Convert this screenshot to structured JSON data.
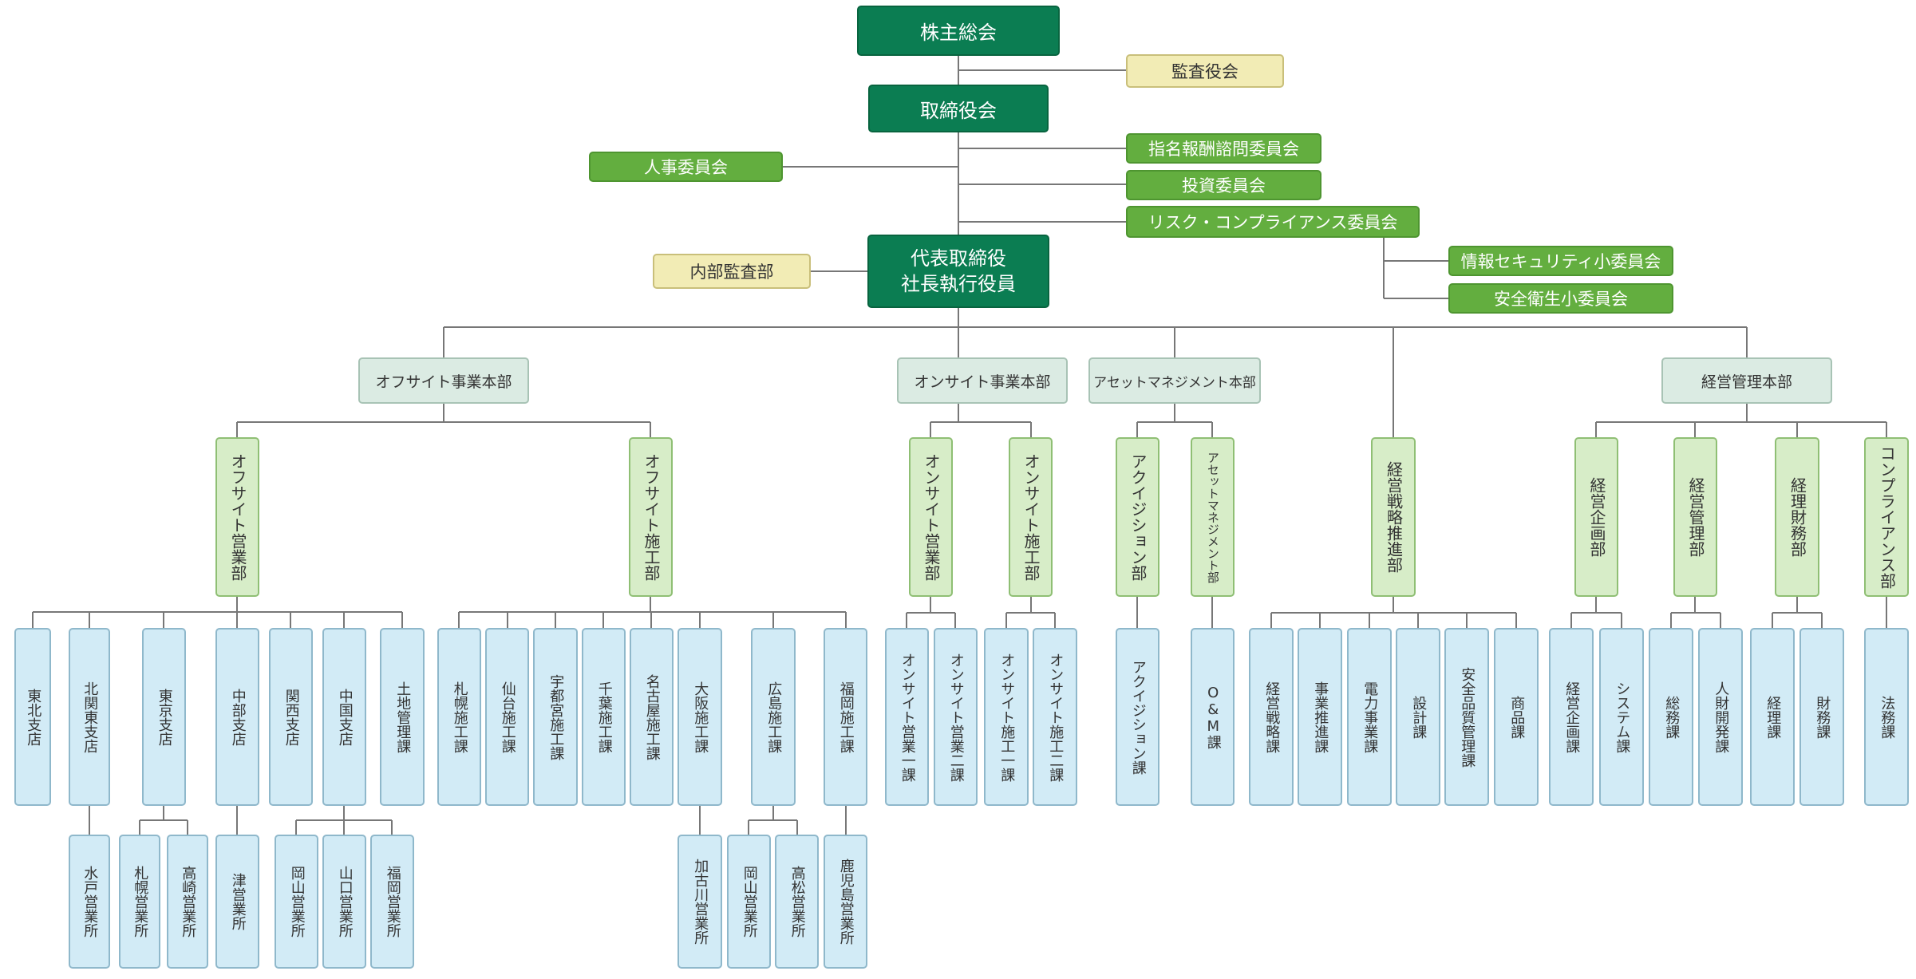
{
  "top": {
    "shareholders": "株主総会",
    "auditors": "監査役会",
    "board": "取締役会",
    "hr_committee": "人事委員会",
    "nomination_committee": "指名報酬諮問委員会",
    "investment_committee": "投資委員会",
    "risk_committee": "リスク・コンプライアンス委員会",
    "infosec_subcommittee": "情報セキュリティ小委員会",
    "safety_subcommittee": "安全衛生小委員会",
    "internal_audit": "内部監査部",
    "ceo": "代表取締役\n社長執行役員"
  },
  "divisions": {
    "offsite": "オフサイト事業本部",
    "onsite": "オンサイト事業本部",
    "asset": "アセットマネジメント本部",
    "management": "経営管理本部"
  },
  "departments": {
    "offsite_sales": "オフサイト営業部",
    "offsite_construction": "オフサイト施工部",
    "onsite_sales": "オンサイト営業部",
    "onsite_construction": "オンサイト施工部",
    "acquisition": "アクイジション部",
    "asset_mgmt": "アセットマネジメント部",
    "strategy": "経営戦略推進部",
    "planning": "経営企画部",
    "admin": "経営管理部",
    "finance": "経理財務部",
    "compliance": "コンプライアンス部"
  },
  "units": {
    "tohoku": "東北支店",
    "kitakanto": "北関東支店",
    "tokyo": "東京支店",
    "chubu": "中部支店",
    "kansai": "関西支店",
    "chugoku": "中国支店",
    "land": "土地管理課",
    "mito": "水戸営業所",
    "sapporo_sales": "札幌営業所",
    "takasaki": "高崎営業所",
    "tsu": "津営業所",
    "okayama_sales1": "岡山営業所",
    "yamaguchi": "山口営業所",
    "fukuoka_sales": "福岡営業所",
    "sapporo_con": "札幌施工課",
    "sendai_con": "仙台施工課",
    "utsunomiya_con": "宇都宮施工課",
    "chiba_con": "千葉施工課",
    "nagoya_con": "名古屋施工課",
    "osaka_con": "大阪施工課",
    "hiroshima_con": "広島施工課",
    "fukuoka_con": "福岡施工課",
    "kakogawa": "加古川営業所",
    "okayama_sales2": "岡山営業所",
    "takamatsu": "高松営業所",
    "kagoshima": "鹿児島営業所",
    "onsite_sales1": "オンサイト営業一課",
    "onsite_sales2": "オンサイト営業二課",
    "onsite_con1": "オンサイト施工一課",
    "onsite_con2": "オンサイト施工二課",
    "acquisition_sec": "アクイジション課",
    "om_sec": "O&M課",
    "strategy_sec": "経営戦略課",
    "business_sec": "事業推進課",
    "power_sec": "電力事業課",
    "design_sec": "設計課",
    "quality_sec": "安全品質管理課",
    "product_sec": "商品課",
    "planning_sec": "経営企画課",
    "system_sec": "システム課",
    "general_sec": "総務課",
    "hr_dev_sec": "人財開発課",
    "accounting_sec": "経理課",
    "finance_sec": "財務課",
    "legal_sec": "法務課"
  }
}
